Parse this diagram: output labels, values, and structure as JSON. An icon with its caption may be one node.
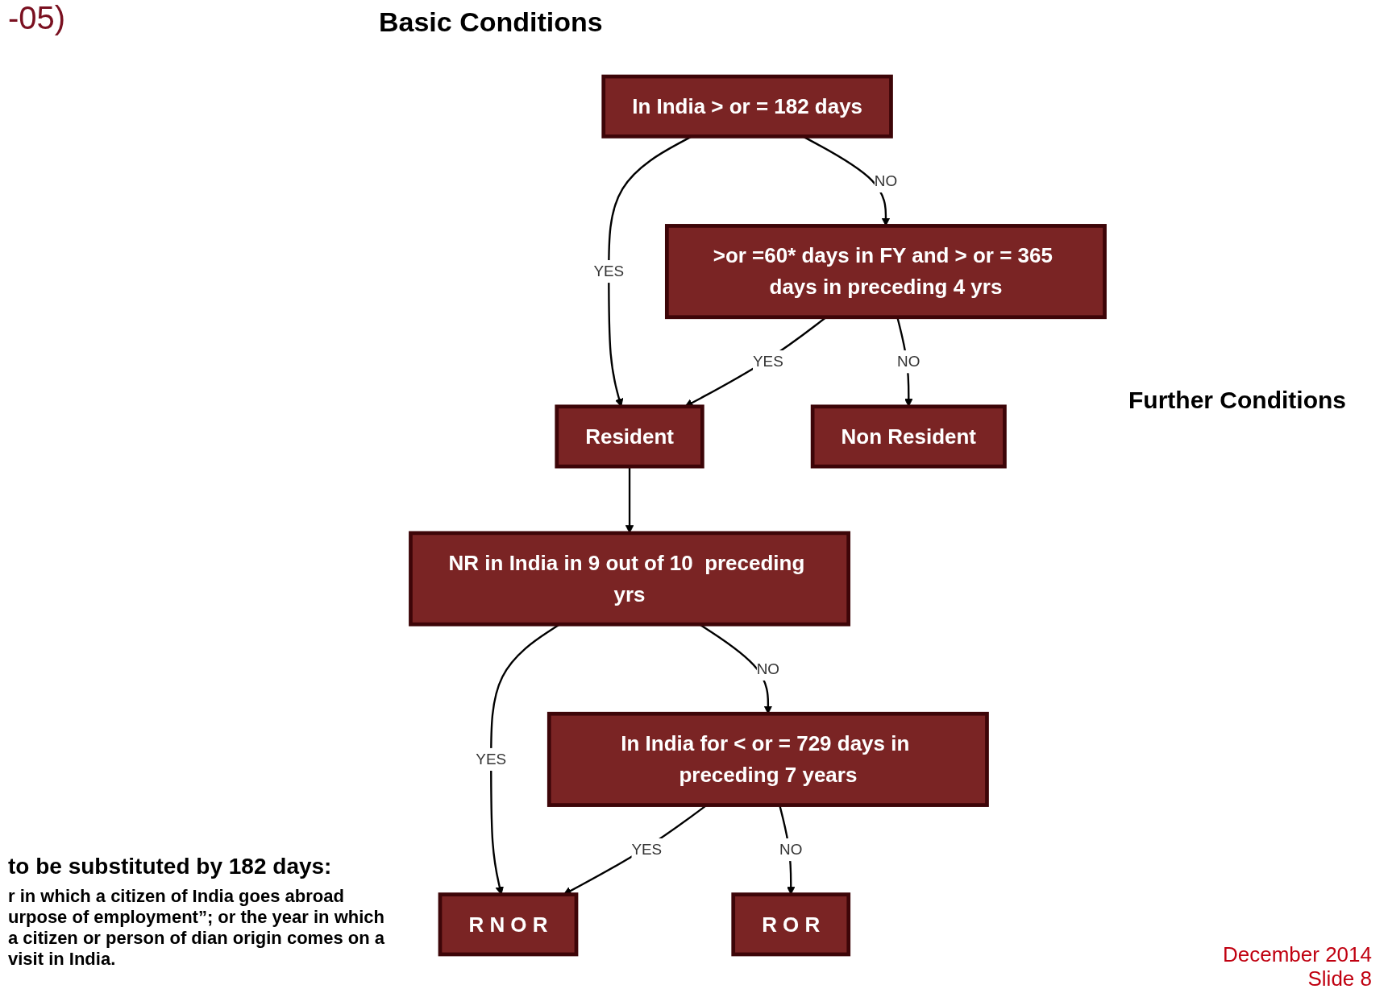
{
  "diagram": {
    "title": "-05)",
    "nodes": [
      {
        "text": [
          "In India > or = 182 days"
        ]
      },
      {
        "text": [
          ">or =60* days in FY and > or = 365 days in preceding 4 yrs"
        ]
      },
      {
        "text": [
          "Non Resident"
        ]
      },
      {
        "text": [
          "Resident"
        ]
      },
      {
        "text": [
          "NR in India in 9 out of 10  preceding yrs"
        ]
      },
      {
        "text": [
          "R N O R"
        ]
      },
      {
        "text": [
          "In India for < or = 729 days in preceding 7 years"
        ]
      },
      {
        "text": [
          "R O R"
        ]
      }
    ],
    "edges": [
      {
        "from": 0,
        "to": 3,
        "arrow": "to",
        "label": "YES"
      },
      {
        "from": 0,
        "to": 1,
        "arrow": "to",
        "label": "NO"
      },
      {
        "from": 1,
        "to": 3,
        "arrow": "to",
        "label": "YES"
      },
      {
        "from": 1,
        "to": 2,
        "arrow": "to",
        "label": "NO"
      },
      {
        "from": 3,
        "to": 4,
        "arrow": "to"
      },
      {
        "from": 4,
        "to": 5,
        "arrow": "to",
        "label": "YES"
      },
      {
        "from": 4,
        "to": 6,
        "arrow": "to",
        "label": "NO"
      },
      {
        "from": 6,
        "to": 5,
        "arrow": "to",
        "label": "YES"
      },
      {
        "from": 6,
        "to": 7,
        "arrow": "to",
        "label": "NO"
      }
    ],
    "labels": [
      "Basic Conditions",
      "Further Conditions",
      "to be substituted by 182 days:",
      "r in which a citizen of India goes abroad urpose of employment”; or the year in which a citizen or person of dian origin comes on a visit in India.",
      "December 2014",
      "Slide 8"
    ]
  }
}
